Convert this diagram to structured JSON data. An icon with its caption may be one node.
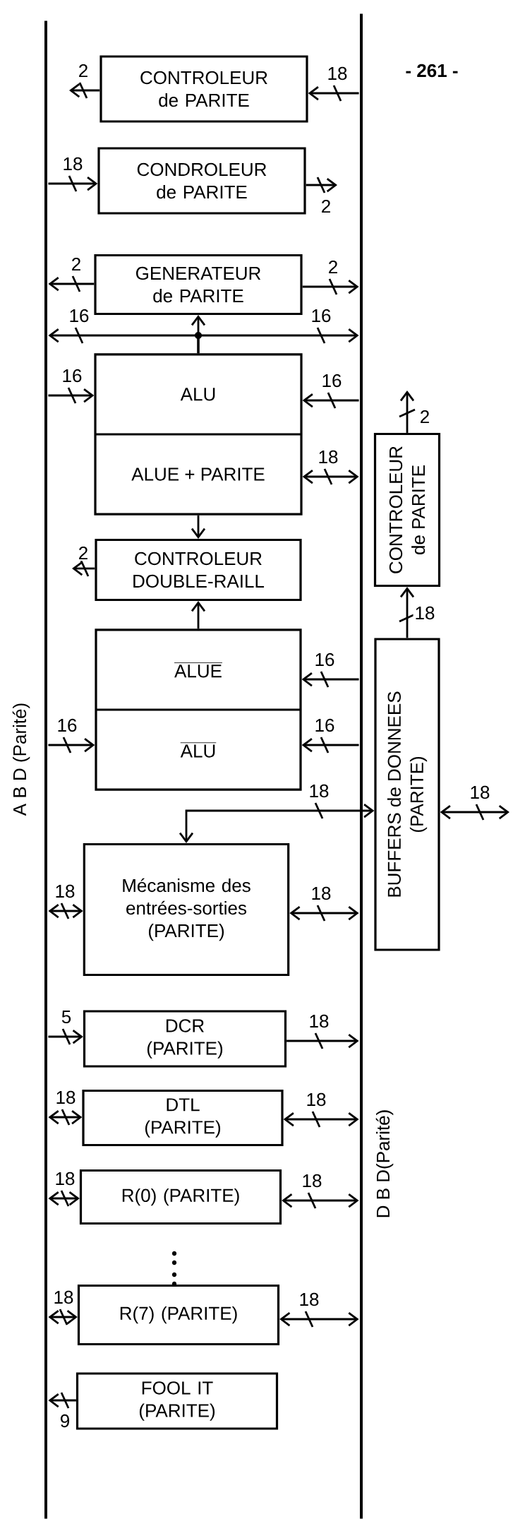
{
  "diagram": {
    "nodes": [
      {
        "text": [],
        "shape": "bar",
        "beside": [
          "A B D (Parité)"
        ]
      },
      {
        "text": [],
        "shape": "bar",
        "beside": [
          "D B D(Parité)"
        ]
      },
      {
        "text": [
          "CONTROLEUR de PARITE"
        ]
      },
      {
        "text": [
          "CONDROLEUR de PARITE"
        ]
      },
      {
        "text": [
          "GENERATEUR de PARITE"
        ]
      },
      {
        "text": [
          "ALU",
          "ALUE + PARITE"
        ]
      },
      {
        "text": [
          "CONTROLEUR DOUBLE-RAILL"
        ]
      },
      {
        "text": [
          "ALUE",
          "ALU"
        ]
      },
      {
        "text": [
          "Mécanisme des entrées-sorties (PARITE)"
        ]
      },
      {
        "text": [
          "DCR (PARITE)"
        ]
      },
      {
        "text": [
          "DTL (PARITE)"
        ]
      },
      {
        "text": [
          "R(0) (PARITE)"
        ]
      },
      {
        "text": [
          "R(7) (PARITE)"
        ]
      },
      {
        "text": [
          "FOOL IT (PARITE)"
        ]
      },
      {
        "text": [
          "CONTROLEUR de PARITE"
        ]
      },
      {
        "text": [
          "BUFFERS de DONNEES (PARITE)"
        ]
      }
    ],
    "edges": [
      {
        "from": 2,
        "to": null,
        "arrow": "to",
        "label": "2"
      },
      {
        "from": 1,
        "to": 2,
        "arrow": "to",
        "label": "18"
      },
      {
        "from": 0,
        "to": 3,
        "arrow": "to",
        "label": "18"
      },
      {
        "from": 3,
        "to": null,
        "arrow": "to",
        "label": "2"
      },
      {
        "from": 4,
        "to": 0,
        "arrow": "to",
        "label": "2"
      },
      {
        "from": 4,
        "to": 1,
        "arrow": "to",
        "label": "2"
      },
      {
        "from": 5,
        "to": 4,
        "arrow": "to"
      },
      {
        "from": 5,
        "to": 0,
        "arrow": "to",
        "label": "16"
      },
      {
        "from": 5,
        "to": 1,
        "arrow": "to",
        "label": "16"
      },
      {
        "from": 0,
        "to": 5,
        "arrow": "to",
        "label": "16"
      },
      {
        "from": 1,
        "to": 5,
        "arrow": "to",
        "label": "16"
      },
      {
        "from": 5,
        "to": 1,
        "arrow": "both",
        "label": "18"
      },
      {
        "from": 5,
        "to": 6,
        "arrow": "to"
      },
      {
        "from": 6,
        "to": null,
        "arrow": "to",
        "label": "2"
      },
      {
        "from": 7,
        "to": 6,
        "arrow": "to"
      },
      {
        "from": 1,
        "to": 7,
        "arrow": "to",
        "label": "16"
      },
      {
        "from": 1,
        "to": 7,
        "arrow": "to",
        "label": "16"
      },
      {
        "from": 0,
        "to": 7,
        "arrow": "to",
        "label": "16"
      },
      {
        "from": 8,
        "to": 15,
        "arrow": "both",
        "label": "18"
      },
      {
        "from": 15,
        "to": null,
        "arrow": "both",
        "label": "18"
      },
      {
        "from": 15,
        "to": 14,
        "arrow": "to",
        "label": "18"
      },
      {
        "from": 14,
        "to": null,
        "arrow": "to",
        "label": "2"
      },
      {
        "from": 0,
        "to": 8,
        "arrow": "both",
        "label": "18"
      },
      {
        "from": 8,
        "to": 1,
        "arrow": "both",
        "label": "18"
      },
      {
        "from": 0,
        "to": 9,
        "arrow": "to",
        "label": "5"
      },
      {
        "from": 9,
        "to": 1,
        "arrow": "to",
        "label": "18"
      },
      {
        "from": 0,
        "to": 10,
        "arrow": "both",
        "label": "18"
      },
      {
        "from": 10,
        "to": 1,
        "arrow": "both",
        "label": "18"
      },
      {
        "from": 0,
        "to": 11,
        "arrow": "both",
        "label": "18"
      },
      {
        "from": 11,
        "to": 1,
        "arrow": "both",
        "label": "18"
      },
      {
        "from": 0,
        "to": 12,
        "arrow": "both",
        "label": "18"
      },
      {
        "from": 12,
        "to": 1,
        "arrow": "both",
        "label": "18"
      },
      {
        "from": 13,
        "to": 0,
        "arrow": "to",
        "label": "9"
      }
    ],
    "labels": [
      "- 261 -"
    ]
  }
}
